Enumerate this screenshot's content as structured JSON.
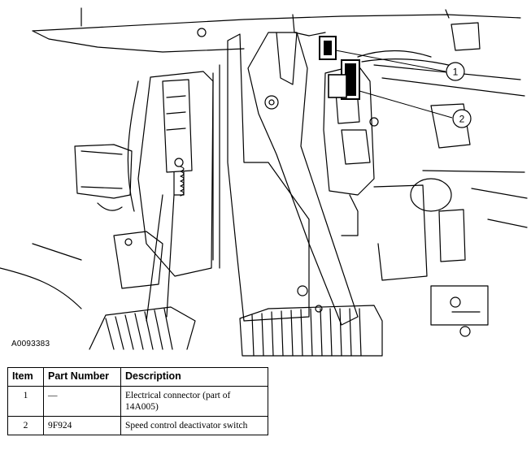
{
  "figure": {
    "id_label": "A0093383",
    "callouts": [
      "1",
      "2"
    ]
  },
  "table": {
    "headers": [
      "Item",
      "Part Number",
      "Description"
    ],
    "rows": [
      {
        "item": "1",
        "part_number": "—",
        "description": "Electrical connector (part of 14A005)"
      },
      {
        "item": "2",
        "part_number": "9F924",
        "description": "Speed control deactivator switch"
      }
    ]
  }
}
